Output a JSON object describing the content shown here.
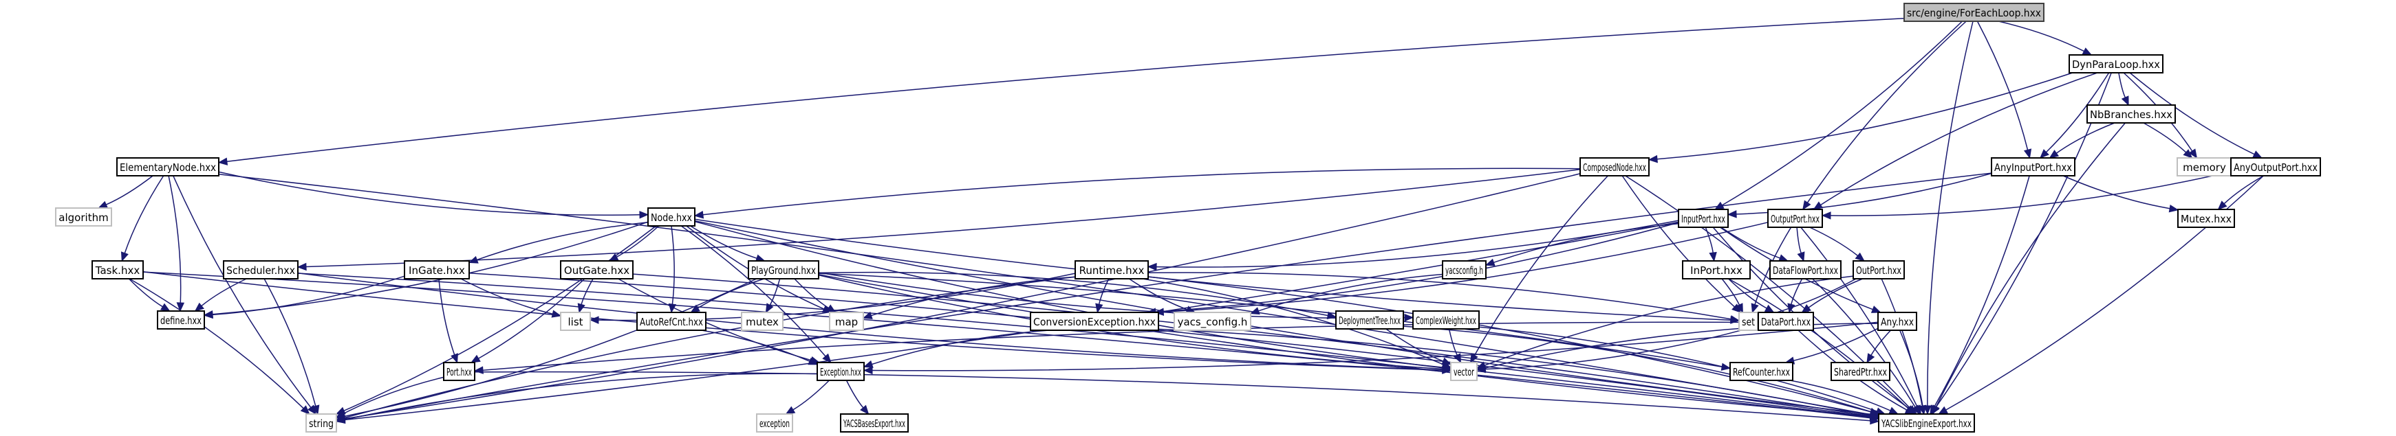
{
  "title": "src/engine/ForEachLoop.hxx",
  "colors": {
    "edge": "#191970",
    "root_fill": "#bfbfbf",
    "ext_border": "#bfbfbf",
    "node_border": "#000000"
  },
  "nodes": [
    {
      "id": "root",
      "label": "src/engine/ForEachLoop.hxx",
      "kind": "root"
    },
    {
      "id": "dynparaloop",
      "label": "DynParaLoop.hxx",
      "kind": "file"
    },
    {
      "id": "elementarynode",
      "label": "ElementaryNode.hxx",
      "kind": "file"
    },
    {
      "id": "nbbranches",
      "label": "NbBranches.hxx",
      "kind": "file"
    },
    {
      "id": "composednode",
      "label": "ComposedNode.hxx",
      "kind": "file"
    },
    {
      "id": "anyinputport",
      "label": "AnyInputPort.hxx",
      "kind": "file"
    },
    {
      "id": "memory",
      "label": "memory",
      "kind": "ext"
    },
    {
      "id": "anyoutputport",
      "label": "AnyOutputPort.hxx",
      "kind": "file"
    },
    {
      "id": "algorithm",
      "label": "algorithm",
      "kind": "ext"
    },
    {
      "id": "node",
      "label": "Node.hxx",
      "kind": "file"
    },
    {
      "id": "inputport",
      "label": "InputPort.hxx",
      "kind": "file"
    },
    {
      "id": "outputport",
      "label": "OutputPort.hxx",
      "kind": "file"
    },
    {
      "id": "mutexhxx",
      "label": "Mutex.hxx",
      "kind": "file"
    },
    {
      "id": "task",
      "label": "Task.hxx",
      "kind": "file"
    },
    {
      "id": "scheduler",
      "label": "Scheduler.hxx",
      "kind": "file"
    },
    {
      "id": "ingate",
      "label": "InGate.hxx",
      "kind": "file"
    },
    {
      "id": "outgate",
      "label": "OutGate.hxx",
      "kind": "file"
    },
    {
      "id": "playground",
      "label": "PlayGround.hxx",
      "kind": "file"
    },
    {
      "id": "runtime",
      "label": "Runtime.hxx",
      "kind": "file"
    },
    {
      "id": "yacsconfig",
      "label": "yacsconfig.h",
      "kind": "file"
    },
    {
      "id": "inport",
      "label": "InPort.hxx",
      "kind": "file"
    },
    {
      "id": "dataflowport",
      "label": "DataFlowPort.hxx",
      "kind": "file"
    },
    {
      "id": "outport",
      "label": "OutPort.hxx",
      "kind": "file"
    },
    {
      "id": "define",
      "label": "define.hxx",
      "kind": "file"
    },
    {
      "id": "list",
      "label": "list",
      "kind": "ext"
    },
    {
      "id": "autorefcnt",
      "label": "AutoRefCnt.hxx",
      "kind": "file"
    },
    {
      "id": "mutex",
      "label": "mutex",
      "kind": "ext"
    },
    {
      "id": "map",
      "label": "map",
      "kind": "ext"
    },
    {
      "id": "conversionexception",
      "label": "ConversionException.hxx",
      "kind": "file"
    },
    {
      "id": "yacs_config",
      "label": "yacs_config.h",
      "kind": "ext"
    },
    {
      "id": "deploymenttree",
      "label": "DeploymentTree.hxx",
      "kind": "file"
    },
    {
      "id": "complexweight",
      "label": "ComplexWeight.hxx",
      "kind": "file"
    },
    {
      "id": "set",
      "label": "set",
      "kind": "ext"
    },
    {
      "id": "dataport",
      "label": "DataPort.hxx",
      "kind": "file"
    },
    {
      "id": "any",
      "label": "Any.hxx",
      "kind": "file"
    },
    {
      "id": "port",
      "label": "Port.hxx",
      "kind": "file"
    },
    {
      "id": "exception",
      "label": "Exception.hxx",
      "kind": "file"
    },
    {
      "id": "vector",
      "label": "vector",
      "kind": "ext"
    },
    {
      "id": "refcounter",
      "label": "RefCounter.hxx",
      "kind": "file"
    },
    {
      "id": "sharedptr",
      "label": "SharedPtr.hxx",
      "kind": "file"
    },
    {
      "id": "string",
      "label": "string",
      "kind": "ext"
    },
    {
      "id": "stdexception",
      "label": "exception",
      "kind": "ext"
    },
    {
      "id": "yacsbasesexport",
      "label": "YACSBasesExport.hxx",
      "kind": "file"
    },
    {
      "id": "yacslibengineexport",
      "label": "YACSlibEngineExport.hxx",
      "kind": "file"
    }
  ],
  "edges": [
    [
      "root",
      "dynparaloop"
    ],
    [
      "root",
      "elementarynode"
    ],
    [
      "root",
      "inputport"
    ],
    [
      "root",
      "outputport"
    ],
    [
      "root",
      "anyinputport"
    ],
    [
      "root",
      "yacslibengineexport"
    ],
    [
      "dynparaloop",
      "composednode"
    ],
    [
      "dynparaloop",
      "nbbranches"
    ],
    [
      "dynparaloop",
      "anyinputport"
    ],
    [
      "dynparaloop",
      "anyoutputport"
    ],
    [
      "dynparaloop",
      "memory"
    ],
    [
      "dynparaloop",
      "outputport"
    ],
    [
      "dynparaloop",
      "yacslibengineexport"
    ],
    [
      "nbbranches",
      "anyinputport"
    ],
    [
      "nbbranches",
      "memory"
    ],
    [
      "nbbranches",
      "yacslibengineexport"
    ],
    [
      "anyinputport",
      "inputport"
    ],
    [
      "anyinputport",
      "mutexhxx"
    ],
    [
      "anyinputport",
      "yacslibengineexport"
    ],
    [
      "anyinputport",
      "string"
    ],
    [
      "anyoutputport",
      "outputport"
    ],
    [
      "anyoutputport",
      "mutexhxx"
    ],
    [
      "anyoutputport",
      "yacslibengineexport"
    ],
    [
      "elementarynode",
      "node"
    ],
    [
      "elementarynode",
      "algorithm"
    ],
    [
      "elementarynode",
      "task"
    ],
    [
      "elementarynode",
      "define"
    ],
    [
      "elementarynode",
      "string"
    ],
    [
      "elementarynode",
      "yacslibengineexport"
    ],
    [
      "composednode",
      "node"
    ],
    [
      "composednode",
      "scheduler"
    ],
    [
      "composednode",
      "set"
    ],
    [
      "composednode",
      "string"
    ],
    [
      "composednode",
      "vector"
    ],
    [
      "composednode",
      "yacslibengineexport"
    ],
    [
      "node",
      "ingate"
    ],
    [
      "node",
      "outgate"
    ],
    [
      "node",
      "playground"
    ],
    [
      "node",
      "autorefcnt"
    ],
    [
      "node",
      "map"
    ],
    [
      "node",
      "define"
    ],
    [
      "node",
      "set"
    ],
    [
      "node",
      "string"
    ],
    [
      "node",
      "vector"
    ],
    [
      "node",
      "exception"
    ],
    [
      "node",
      "yacslibengineexport"
    ],
    [
      "inputport",
      "runtime"
    ],
    [
      "inputport",
      "yacsconfig"
    ],
    [
      "inputport",
      "inport"
    ],
    [
      "inputport",
      "dataflowport"
    ],
    [
      "inputport",
      "conversionexception"
    ],
    [
      "inputport",
      "any"
    ],
    [
      "inputport",
      "string"
    ],
    [
      "inputport",
      "yacslibengineexport"
    ],
    [
      "outputport",
      "outport"
    ],
    [
      "outputport",
      "dataflowport"
    ],
    [
      "outputport",
      "conversionexception"
    ],
    [
      "outputport",
      "set"
    ],
    [
      "outputport",
      "yacslibengineexport"
    ],
    [
      "task",
      "define"
    ],
    [
      "task",
      "string"
    ],
    [
      "task",
      "vector"
    ],
    [
      "task",
      "yacslibengineexport"
    ],
    [
      "scheduler",
      "define"
    ],
    [
      "scheduler",
      "string"
    ],
    [
      "scheduler",
      "vector"
    ],
    [
      "scheduler",
      "yacslibengineexport"
    ],
    [
      "ingate",
      "list"
    ],
    [
      "ingate",
      "define"
    ],
    [
      "ingate",
      "port"
    ],
    [
      "ingate",
      "yacslibengineexport"
    ],
    [
      "outgate",
      "list"
    ],
    [
      "outgate",
      "port"
    ],
    [
      "outgate",
      "exception"
    ],
    [
      "outgate",
      "yacslibengineexport"
    ],
    [
      "playground",
      "autorefcnt"
    ],
    [
      "playground",
      "mutex"
    ],
    [
      "playground",
      "map"
    ],
    [
      "playground",
      "string"
    ],
    [
      "playground",
      "vector"
    ],
    [
      "playground",
      "deploymenttree"
    ],
    [
      "playground",
      "complexweight"
    ],
    [
      "playground",
      "refcounter"
    ],
    [
      "playground",
      "yacslibengineexport"
    ],
    [
      "autorefcnt",
      "exception"
    ],
    [
      "runtime",
      "conversionexception"
    ],
    [
      "runtime",
      "list"
    ],
    [
      "runtime",
      "map"
    ],
    [
      "runtime",
      "set"
    ],
    [
      "runtime",
      "string"
    ],
    [
      "runtime",
      "vector"
    ],
    [
      "runtime",
      "yacs_config"
    ],
    [
      "runtime",
      "yacslibengineexport"
    ],
    [
      "yacsconfig",
      "yacs_config"
    ],
    [
      "inport",
      "set"
    ],
    [
      "inport",
      "dataport"
    ],
    [
      "inport",
      "yacslibengineexport"
    ],
    [
      "dataflowport",
      "dataport"
    ],
    [
      "dataflowport",
      "yacslibengineexport"
    ],
    [
      "outport",
      "dataport"
    ],
    [
      "outport",
      "set"
    ],
    [
      "outport",
      "vector"
    ],
    [
      "outport",
      "yacslibengineexport"
    ],
    [
      "conversionexception",
      "exception"
    ],
    [
      "conversionexception",
      "yacslibengineexport"
    ],
    [
      "deploymenttree",
      "vector"
    ],
    [
      "deploymenttree",
      "yacslibengineexport"
    ],
    [
      "complexweight",
      "vector"
    ],
    [
      "complexweight",
      "yacslibengineexport"
    ],
    [
      "dataport",
      "port"
    ],
    [
      "dataport",
      "vector"
    ],
    [
      "dataport",
      "yacslibengineexport"
    ],
    [
      "any",
      "refcounter"
    ],
    [
      "any",
      "sharedptr"
    ],
    [
      "any",
      "exception"
    ],
    [
      "any",
      "vector"
    ],
    [
      "any",
      "yacslibengineexport"
    ],
    [
      "port",
      "string"
    ],
    [
      "port",
      "yacslibengineexport"
    ],
    [
      "exception",
      "string"
    ],
    [
      "exception",
      "stdexception"
    ],
    [
      "exception",
      "yacsbasesexport"
    ],
    [
      "refcounter",
      "yacslibengineexport"
    ]
  ]
}
